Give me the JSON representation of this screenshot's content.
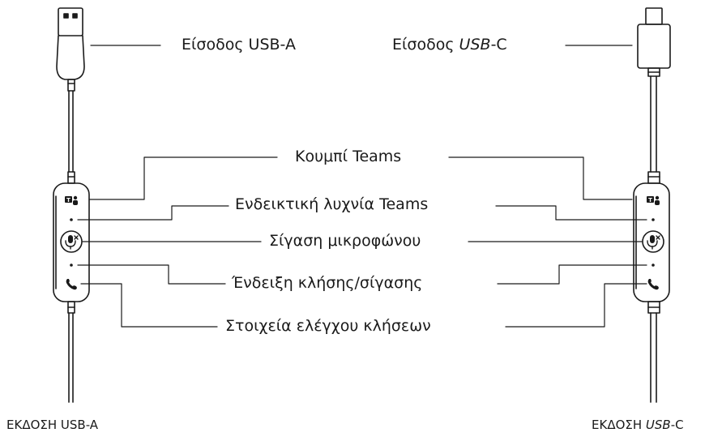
{
  "diagram": {
    "usb_a_port_label": "Είσοδος USB-A",
    "usb_c_port_label_prefix": "Είσοδος ",
    "usb_c_port_label_emph": "USB",
    "usb_c_port_label_suffix": "-C",
    "teams_button_label": "Κουμπί Teams",
    "teams_indicator_label": "Ενδεικτική λυχνία Teams",
    "mic_mute_label": "Σίγαση μικροφώνου",
    "call_mute_indicator_label": "Ένδειξη κλήσης/σίγασης",
    "call_controls_label": "Στοιχεία ελέγχου κλήσεων",
    "usb_a_version_label": "ΕΚΔΟΣΗ USB-A",
    "usb_c_version_label_prefix": "ΕΚΔΟΣΗ ",
    "usb_c_version_label_emph": "USB",
    "usb_c_version_label_suffix": "-C"
  },
  "icons": [
    "teams-icon",
    "mic-mute-icon",
    "phone-icon",
    "usb-a-plug-icon",
    "usb-c-plug-icon"
  ],
  "colors": {
    "line": "#1a1a1a",
    "background": "#ffffff"
  }
}
